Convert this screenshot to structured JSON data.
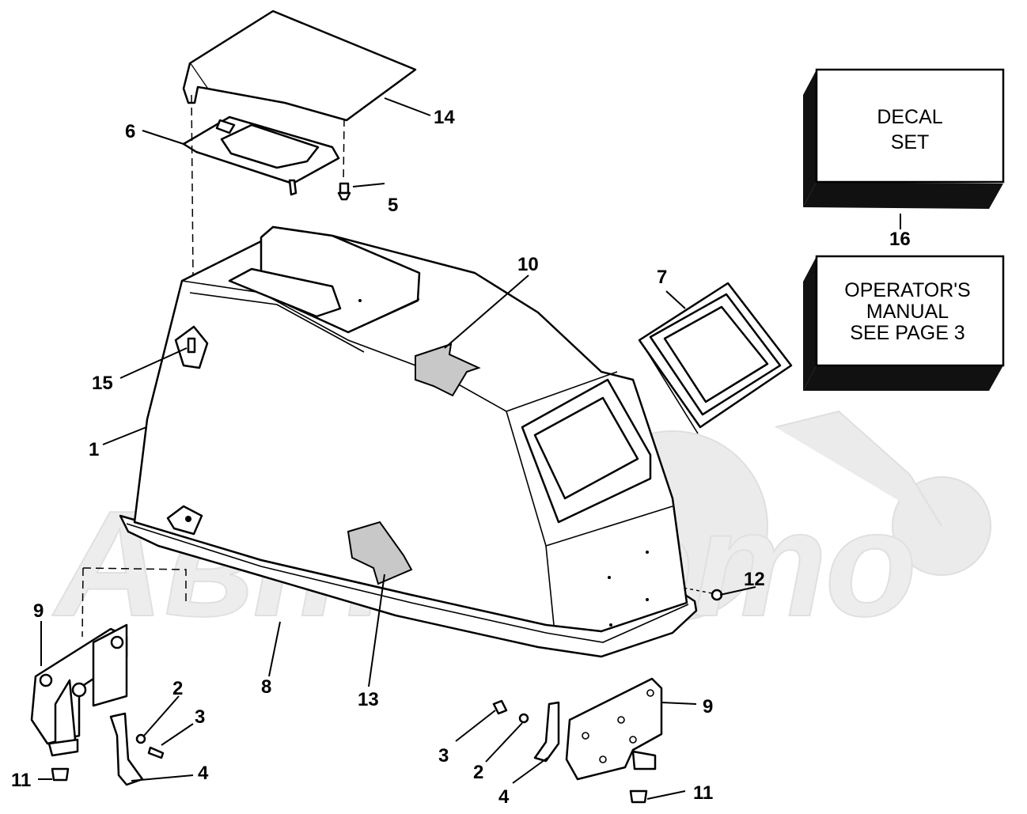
{
  "diagram": {
    "callouts": [
      {
        "id": "c1",
        "label": "1"
      },
      {
        "id": "c2a",
        "label": "2"
      },
      {
        "id": "c2b",
        "label": "2"
      },
      {
        "id": "c3a",
        "label": "3"
      },
      {
        "id": "c3b",
        "label": "3"
      },
      {
        "id": "c4a",
        "label": "4"
      },
      {
        "id": "c4b",
        "label": "4"
      },
      {
        "id": "c5",
        "label": "5"
      },
      {
        "id": "c6",
        "label": "6"
      },
      {
        "id": "c7",
        "label": "7"
      },
      {
        "id": "c8",
        "label": "8"
      },
      {
        "id": "c9a",
        "label": "9"
      },
      {
        "id": "c9b",
        "label": "9"
      },
      {
        "id": "c10",
        "label": "10"
      },
      {
        "id": "c11a",
        "label": "11"
      },
      {
        "id": "c11b",
        "label": "11"
      },
      {
        "id": "c12",
        "label": "12"
      },
      {
        "id": "c13",
        "label": "13"
      },
      {
        "id": "c14",
        "label": "14"
      },
      {
        "id": "c15",
        "label": "15"
      },
      {
        "id": "c16",
        "label": "16"
      }
    ],
    "decal_box": {
      "line1": "DECAL",
      "line2": "SET"
    },
    "manual_box": {
      "line1": "OPERATOR'S",
      "line2": "MANUAL",
      "line3": "SEE PAGE 3"
    },
    "watermark_text": "АвтоМото"
  }
}
